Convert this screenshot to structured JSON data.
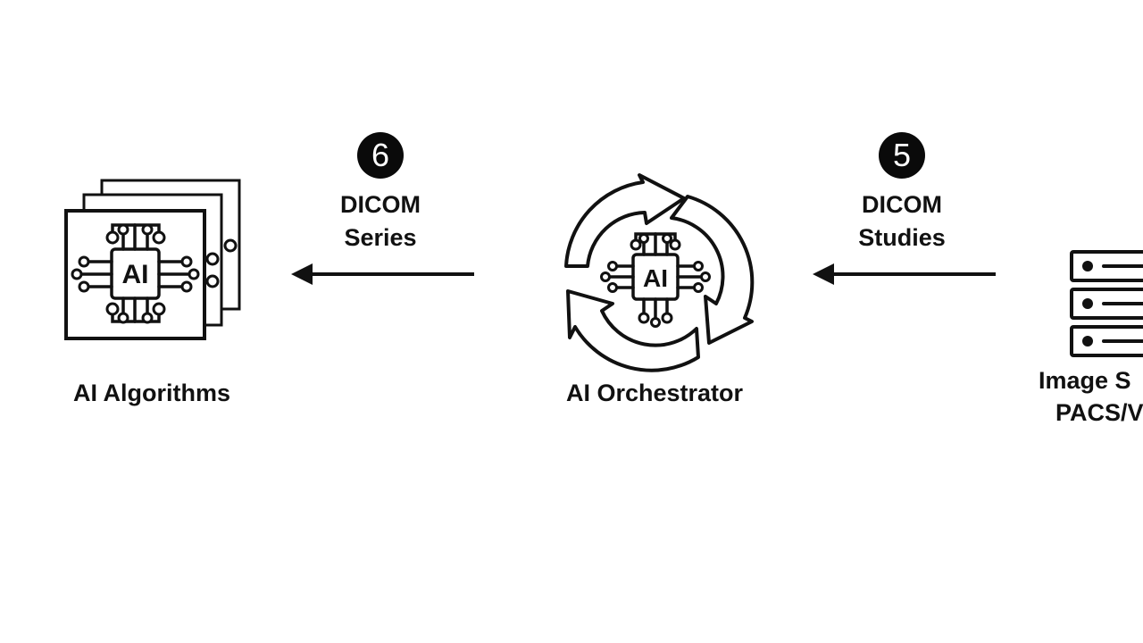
{
  "nodes": {
    "algorithms": {
      "label": "AI Algorithms",
      "chip_text": "AI"
    },
    "orchestrator": {
      "label": "AI Orchestrator",
      "chip_text": "AI"
    },
    "image_store": {
      "label_line1": "Image S",
      "label_line2": "PACS/V"
    }
  },
  "flows": [
    {
      "step": "6",
      "line1": "DICOM",
      "line2": "Series"
    },
    {
      "step": "5",
      "line1": "DICOM",
      "line2": "Studies"
    }
  ],
  "icons": {
    "algorithms": "ai-chip-stack-icon",
    "orchestrator": "ai-chip-cycle-icon",
    "image_store": "server-rack-icon",
    "arrow": "arrow-left-icon"
  },
  "colors": {
    "ink": "#111111",
    "badge_bg": "#0a0a0a",
    "background": "#ffffff"
  }
}
